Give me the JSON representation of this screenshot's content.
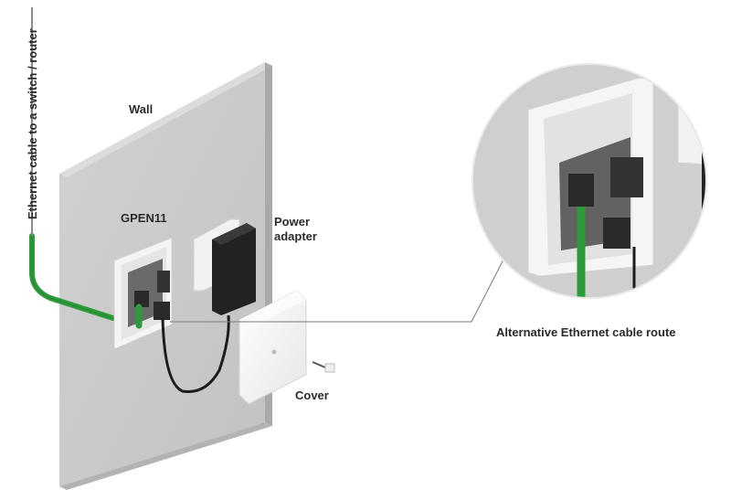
{
  "labels": {
    "wall": "Wall",
    "device": "GPEN11",
    "power_adapter": "Power adapter",
    "cover": "Cover",
    "alternative_route": "Alternative Ethernet cable route",
    "ethernet_cable": "Ethernet cable to a switch / router"
  },
  "colors": {
    "wall_front": "#c9c9c9",
    "wall_side": "#a9a9a9",
    "ethernet_green": "#2e9b3b",
    "adapter_black": "#222222",
    "device_white": "#f4f4f4",
    "leader_line": "#7a7a7a"
  }
}
